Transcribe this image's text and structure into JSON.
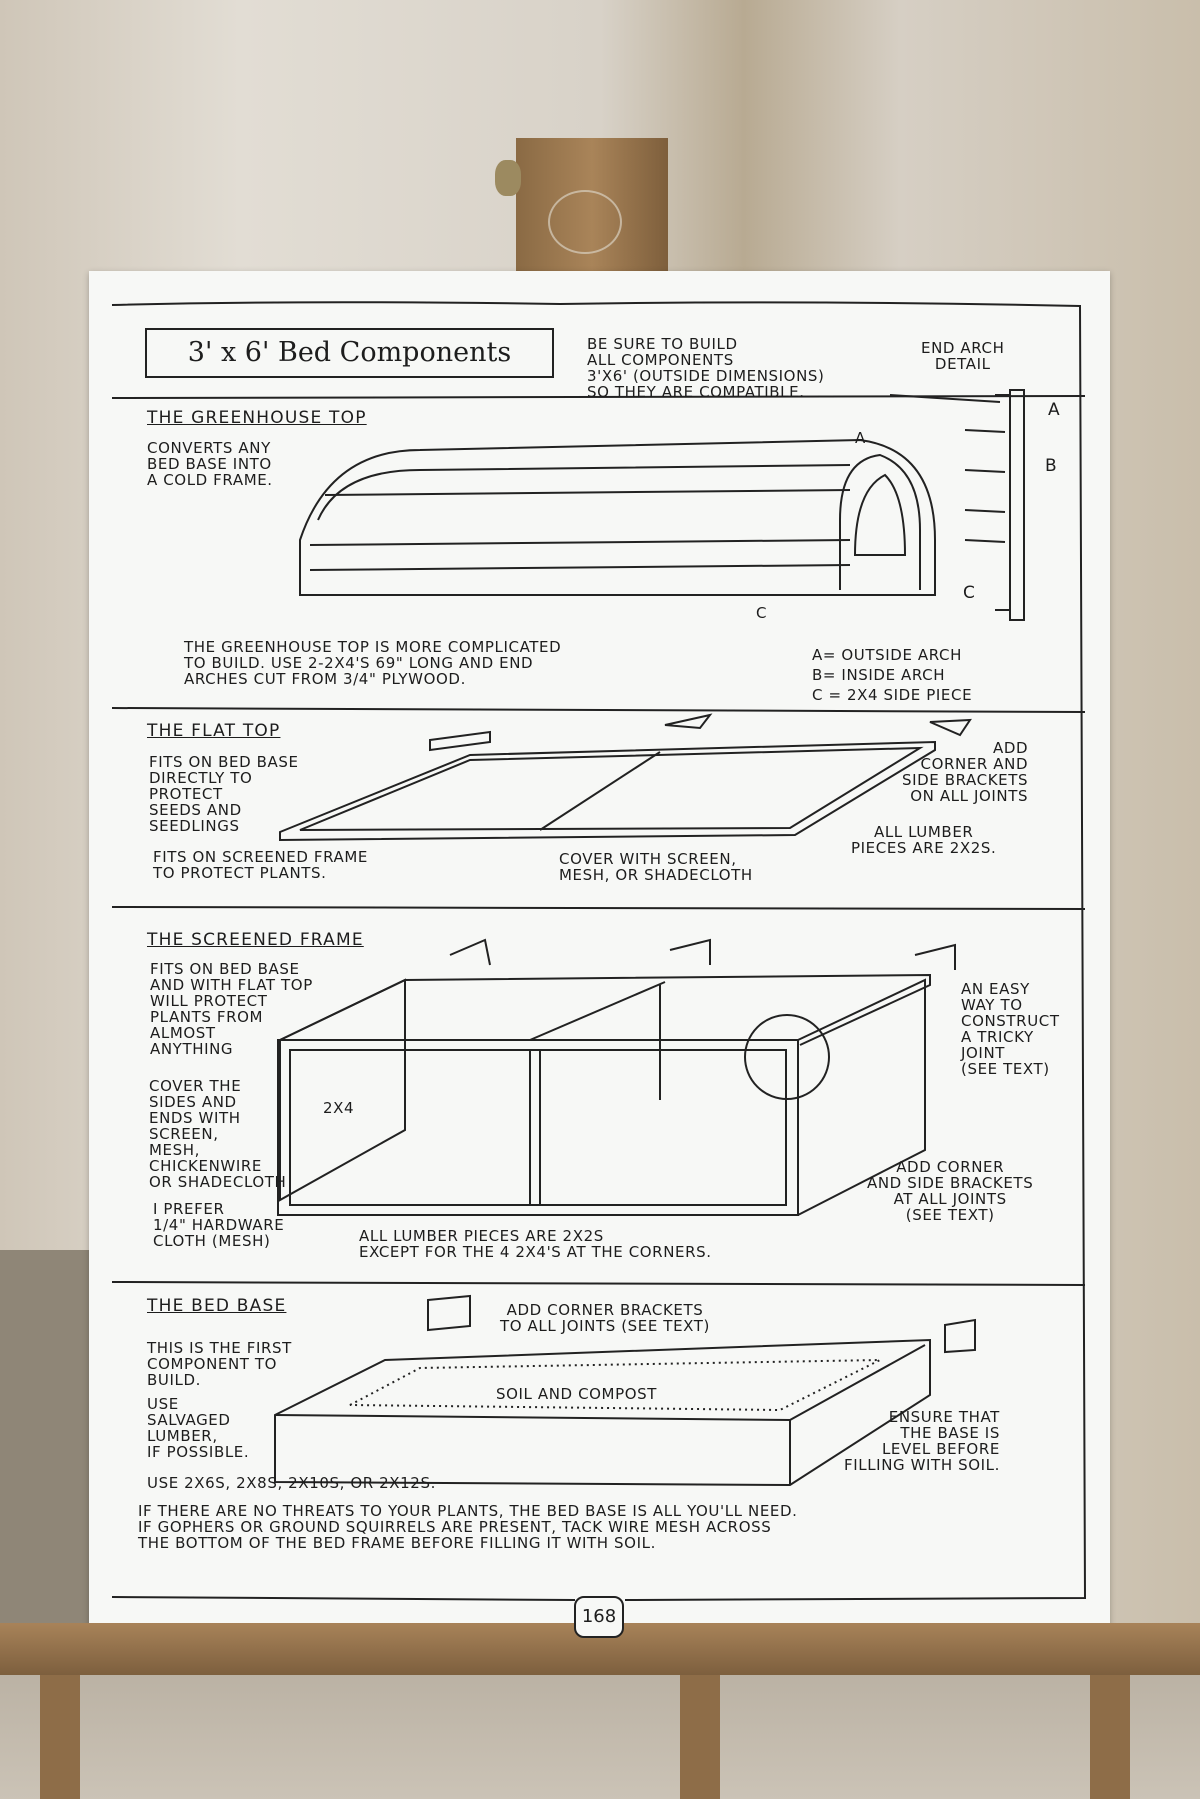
{
  "title": "3' x 6' Bed Components",
  "intro_note": "BE SURE TO BUILD\nALL COMPONENTS\n3'x6' (OUTSIDE DIMENSIONS)\nSO THEY ARE COMPATIBLE.",
  "end_arch": {
    "heading": "END ARCH\nDETAIL",
    "labels": [
      "A",
      "B",
      "C"
    ]
  },
  "greenhouse": {
    "heading": "THE GREENHOUSE TOP",
    "side_note": "CONVERTS ANY\nBED BASE INTO\nA COLD FRAME.",
    "description": "THE GREENHOUSE TOP IS MORE COMPLICATED\nTO BUILD. USE 2-2x4's 69\" LONG AND END\nARCHES CUT FROM 3/4\" PLYWOOD.",
    "legend": "A= OUTSIDE ARCH\nB= INSIDE ARCH\nC = 2x4 SIDE PIECE",
    "drawing_labels": [
      "A",
      "C"
    ]
  },
  "flat_top": {
    "heading": "THE FLAT TOP",
    "side_note": "FITS ON BED BASE\nDIRECTLY TO\nPROTECT\nSEEDS AND\nSEEDLINGS",
    "bottom_left": "FITS ON SCREENED FRAME\nTO PROTECT PLANTS.",
    "bottom_center": "COVER WITH SCREEN,\nMESH, OR SHADECLOTH",
    "right_note": "ADD\nCORNER AND\nSIDE BRACKETS\nON ALL JOINTS",
    "lumber_note": "ALL LUMBER\nPIECES ARE 2x2s."
  },
  "screened_frame": {
    "heading": "THE SCREENED FRAME",
    "side_note": "FITS ON BED BASE\nAND WITH FLAT TOP\nWILL PROTECT\nPLANTS FROM\nALMOST\nANYTHING",
    "cover_note": "COVER THE\nSIDES AND\nENDS WITH\nSCREEN,\nMESH,\nCHICKENWIRE\nOR SHADECLOTH",
    "prefer_note": "I PREFER\n1/4\" HARDWARE\nCLOTH (MESH)",
    "post_label": "2x4",
    "lumber_note": "ALL LUMBER PIECES ARE 2x2s\nEXCEPT FOR THE 4 2x4's AT THE CORNERS.",
    "joint_note": "AN EASY\nWAY TO\nCONSTRUCT\nA TRICKY\nJOINT\n(SEE TEXT)",
    "bracket_note": "ADD CORNER\nAND SIDE BRACKETS\nAT ALL JOINTS\n(SEE TEXT)"
  },
  "bed_base": {
    "heading": "THE BED BASE",
    "bracket_note": "ADD CORNER BRACKETS\nTO ALL JOINTS (SEE TEXT)",
    "first_note": "THIS IS THE FIRST\nCOMPONENT TO\nBUILD.",
    "salvage_note": "USE\nSALVAGED\nLUMBER,\nIF POSSIBLE.",
    "soil_label": "SOIL AND COMPOST",
    "level_note": "ENSURE THAT\nTHE BASE IS\nLEVEL BEFORE\nFILLING WITH SOIL.",
    "lumber_sizes": "USE 2x6s, 2x8s, 2x10s, OR 2x12s.",
    "footnote": "IF THERE ARE NO THREATS TO YOUR PLANTS, THE BED BASE IS ALL YOU'LL NEED.\nIF GOPHERS OR GROUND SQUIRRELS ARE PRESENT, TACK WIRE MESH ACROSS\nTHE BOTTOM OF THE BED FRAME BEFORE FILLING IT WITH SOIL."
  },
  "page_number": "168"
}
